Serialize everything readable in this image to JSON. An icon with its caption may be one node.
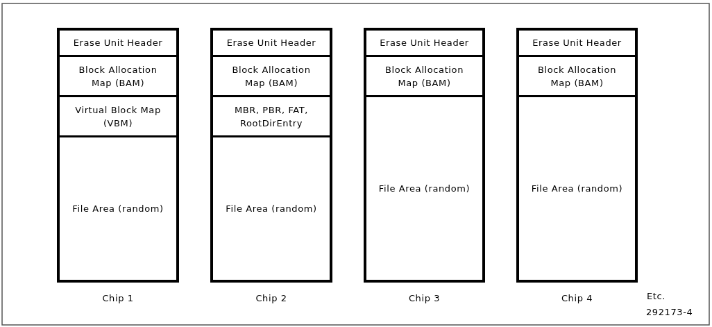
{
  "diagram": {
    "nodes": [
      {
        "text": [],
        "shape": "box",
        "beside": [
          "Chip 1"
        ]
      },
      {
        "text": [
          "Erase Unit Header"
        ],
        "in": 0
      },
      {
        "text": [
          "Block Allocation Map (BAM)"
        ],
        "in": 0
      },
      {
        "text": [
          "Virtual Block Map (VBM)"
        ],
        "in": 0
      },
      {
        "text": [
          "File Area (random)"
        ],
        "in": 0
      },
      {
        "text": [],
        "shape": "box",
        "beside": [
          "Chip 2"
        ]
      },
      {
        "text": [
          "Erase Unit Header"
        ],
        "in": 5
      },
      {
        "text": [
          "Block Allocation Map (BAM)"
        ],
        "in": 5
      },
      {
        "text": [
          "MBR, PBR, FAT, RootDirEntry"
        ],
        "in": 5
      },
      {
        "text": [
          "File Area (random)"
        ],
        "in": 5
      },
      {
        "text": [],
        "shape": "box",
        "beside": [
          "Chip 3"
        ]
      },
      {
        "text": [
          "Erase Unit Header"
        ],
        "in": 10
      },
      {
        "text": [
          "Block Allocation Map (BAM)"
        ],
        "in": 10
      },
      {
        "text": [
          "File Area (random)"
        ],
        "in": 10
      },
      {
        "text": [],
        "shape": "box",
        "beside": [
          "Chip 4"
        ]
      },
      {
        "text": [
          "Erase Unit Header"
        ],
        "in": 14
      },
      {
        "text": [
          "Block Allocation Map (BAM)"
        ],
        "in": 14
      },
      {
        "text": [
          "File Area (random)"
        ],
        "in": 14
      }
    ],
    "labels": [
      "Etc.",
      "292173-4"
    ]
  }
}
